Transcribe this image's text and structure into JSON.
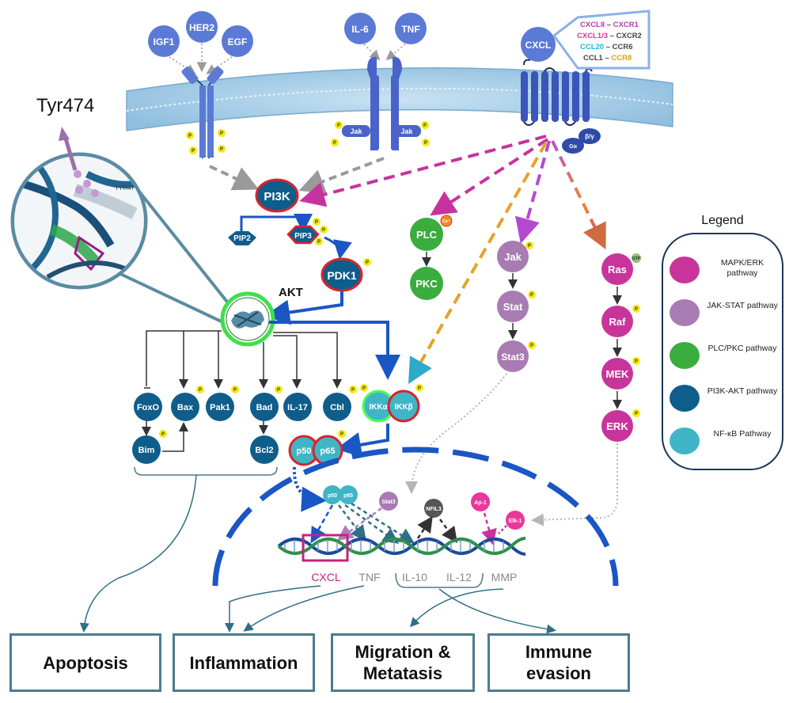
{
  "labels": {
    "tyr474": "Tyr474",
    "insert_residue": "TYR47",
    "akt": "AKT",
    "ligands": {
      "igf1": "IGF1",
      "her2": "HER2",
      "egf": "EGF",
      "il6": "IL-6",
      "tnf": "TNF",
      "cxcl": "CXCL"
    },
    "jak_receptor_left": "Jak",
    "jak_receptor_right": "Jak",
    "p_badge": "P",
    "ca_badge": "Ca²⁺",
    "gtp_badge": "GTP",
    "g_alpha": "Gα",
    "g_beta_gamma": "β/γ",
    "pi3k": "PI3K",
    "pip2": "PIP2",
    "pip3": "PIP3",
    "pdk1": "PDK1",
    "foxo": "FoxO",
    "bax": "Bax",
    "pak1": "Pak1",
    "bad": "Bad",
    "il17": "IL-17",
    "cbl": "Cbl",
    "bim": "Bim",
    "bcl2": "Bcl2",
    "ikka": "IKKα",
    "ikkb": "IKKβ",
    "p50": "p50",
    "p65": "p65",
    "plc": "PLC",
    "pkc": "PKC",
    "jak": "Jak",
    "stat": "Stat",
    "stat3": "Stat3",
    "ras": "Ras",
    "raf": "Raf",
    "mek": "MEK",
    "erk": "ERK",
    "nuc_p50": "p50",
    "nuc_p65": "p65",
    "nuc_stat3": "Stat3",
    "nfil3": "NFIL3",
    "ap1": "Ap-1",
    "elk1": "Elk-1"
  },
  "chemokine_pairs": [
    {
      "left": "CXCL8",
      "right": "CXCR1",
      "left_color": "#b23ab8",
      "right_color": "#b23ab8"
    },
    {
      "left": "CXCL1/3",
      "right": "CXCR2",
      "left_color": "#e2338f",
      "right_color": "#444444"
    },
    {
      "left": "CCL20",
      "right": "CCR6",
      "left_color": "#1fb6d6",
      "right_color": "#444444"
    },
    {
      "left": "CCL1",
      "right": "CCR8",
      "left_color": "#444444",
      "right_color": "#d9a400"
    }
  ],
  "pair_separator": "–",
  "genes": {
    "cxcl": "CXCL",
    "tnf": "TNF",
    "il10": "IL-10",
    "il12": "IL-12",
    "mmp": "MMP"
  },
  "legend": {
    "title": "Legend",
    "items": [
      {
        "label": "MAPK/ERK pathway",
        "color": "#c8359a"
      },
      {
        "label": "JAK-STAT pathway",
        "color": "#a87bb3"
      },
      {
        "label": "PLC/PKC pathway",
        "color": "#3aad3e"
      },
      {
        "label": "PI3K-AKT pathway",
        "color": "#0f5d8a"
      },
      {
        "label": "NF-κB Pathway",
        "color": "#3fb5c6"
      }
    ]
  },
  "outcomes": {
    "apoptosis": "Apoptosis",
    "inflammation": "Inflammation",
    "migration_line1": "Migration &",
    "migration_line2": "Metatasis",
    "immune_line1": "Immune",
    "immune_line2": "evasion"
  },
  "colors": {
    "pi3k_node": "#0f5d8a",
    "node_outline_red": "#d8242c",
    "nfkb": "#3fb5c6",
    "jakstat": "#a87bb3",
    "mapk": "#c8359a",
    "plc": "#3aad3e",
    "receptor_blue": "#4a63c9",
    "membrane": "#a9cfe8",
    "nucleus_dash": "#1a56c4",
    "phospho": "#f5e90f",
    "gene_cxcl": "#c0267d",
    "gene_gray": "#888888",
    "box_border": "#4a7d8f"
  }
}
